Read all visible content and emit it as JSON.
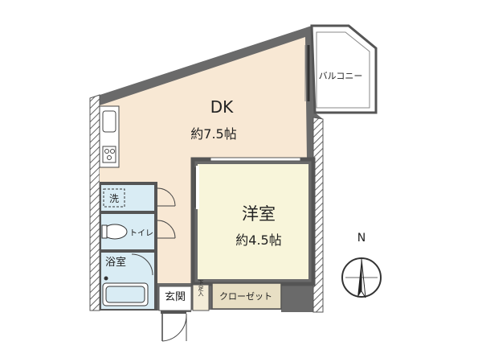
{
  "rooms": {
    "dk_name": "DK",
    "dk_size": "約7.5帖",
    "western_name": "洋室",
    "western_size": "約4.5帖"
  },
  "labels": {
    "balcony": "バルコニー",
    "washer": "洗",
    "toilet": "トイレ",
    "bathroom": "浴室",
    "entrance": "玄関",
    "shoe_box": "下足入",
    "closet": "クローゼット",
    "north": "N"
  },
  "colors": {
    "dk_floor": "#f8e8d4",
    "western_floor": "#f8f5da",
    "wet_floor": "#d9ecf4",
    "closet_floor": "#e8dfc4",
    "wall": "#555555"
  }
}
